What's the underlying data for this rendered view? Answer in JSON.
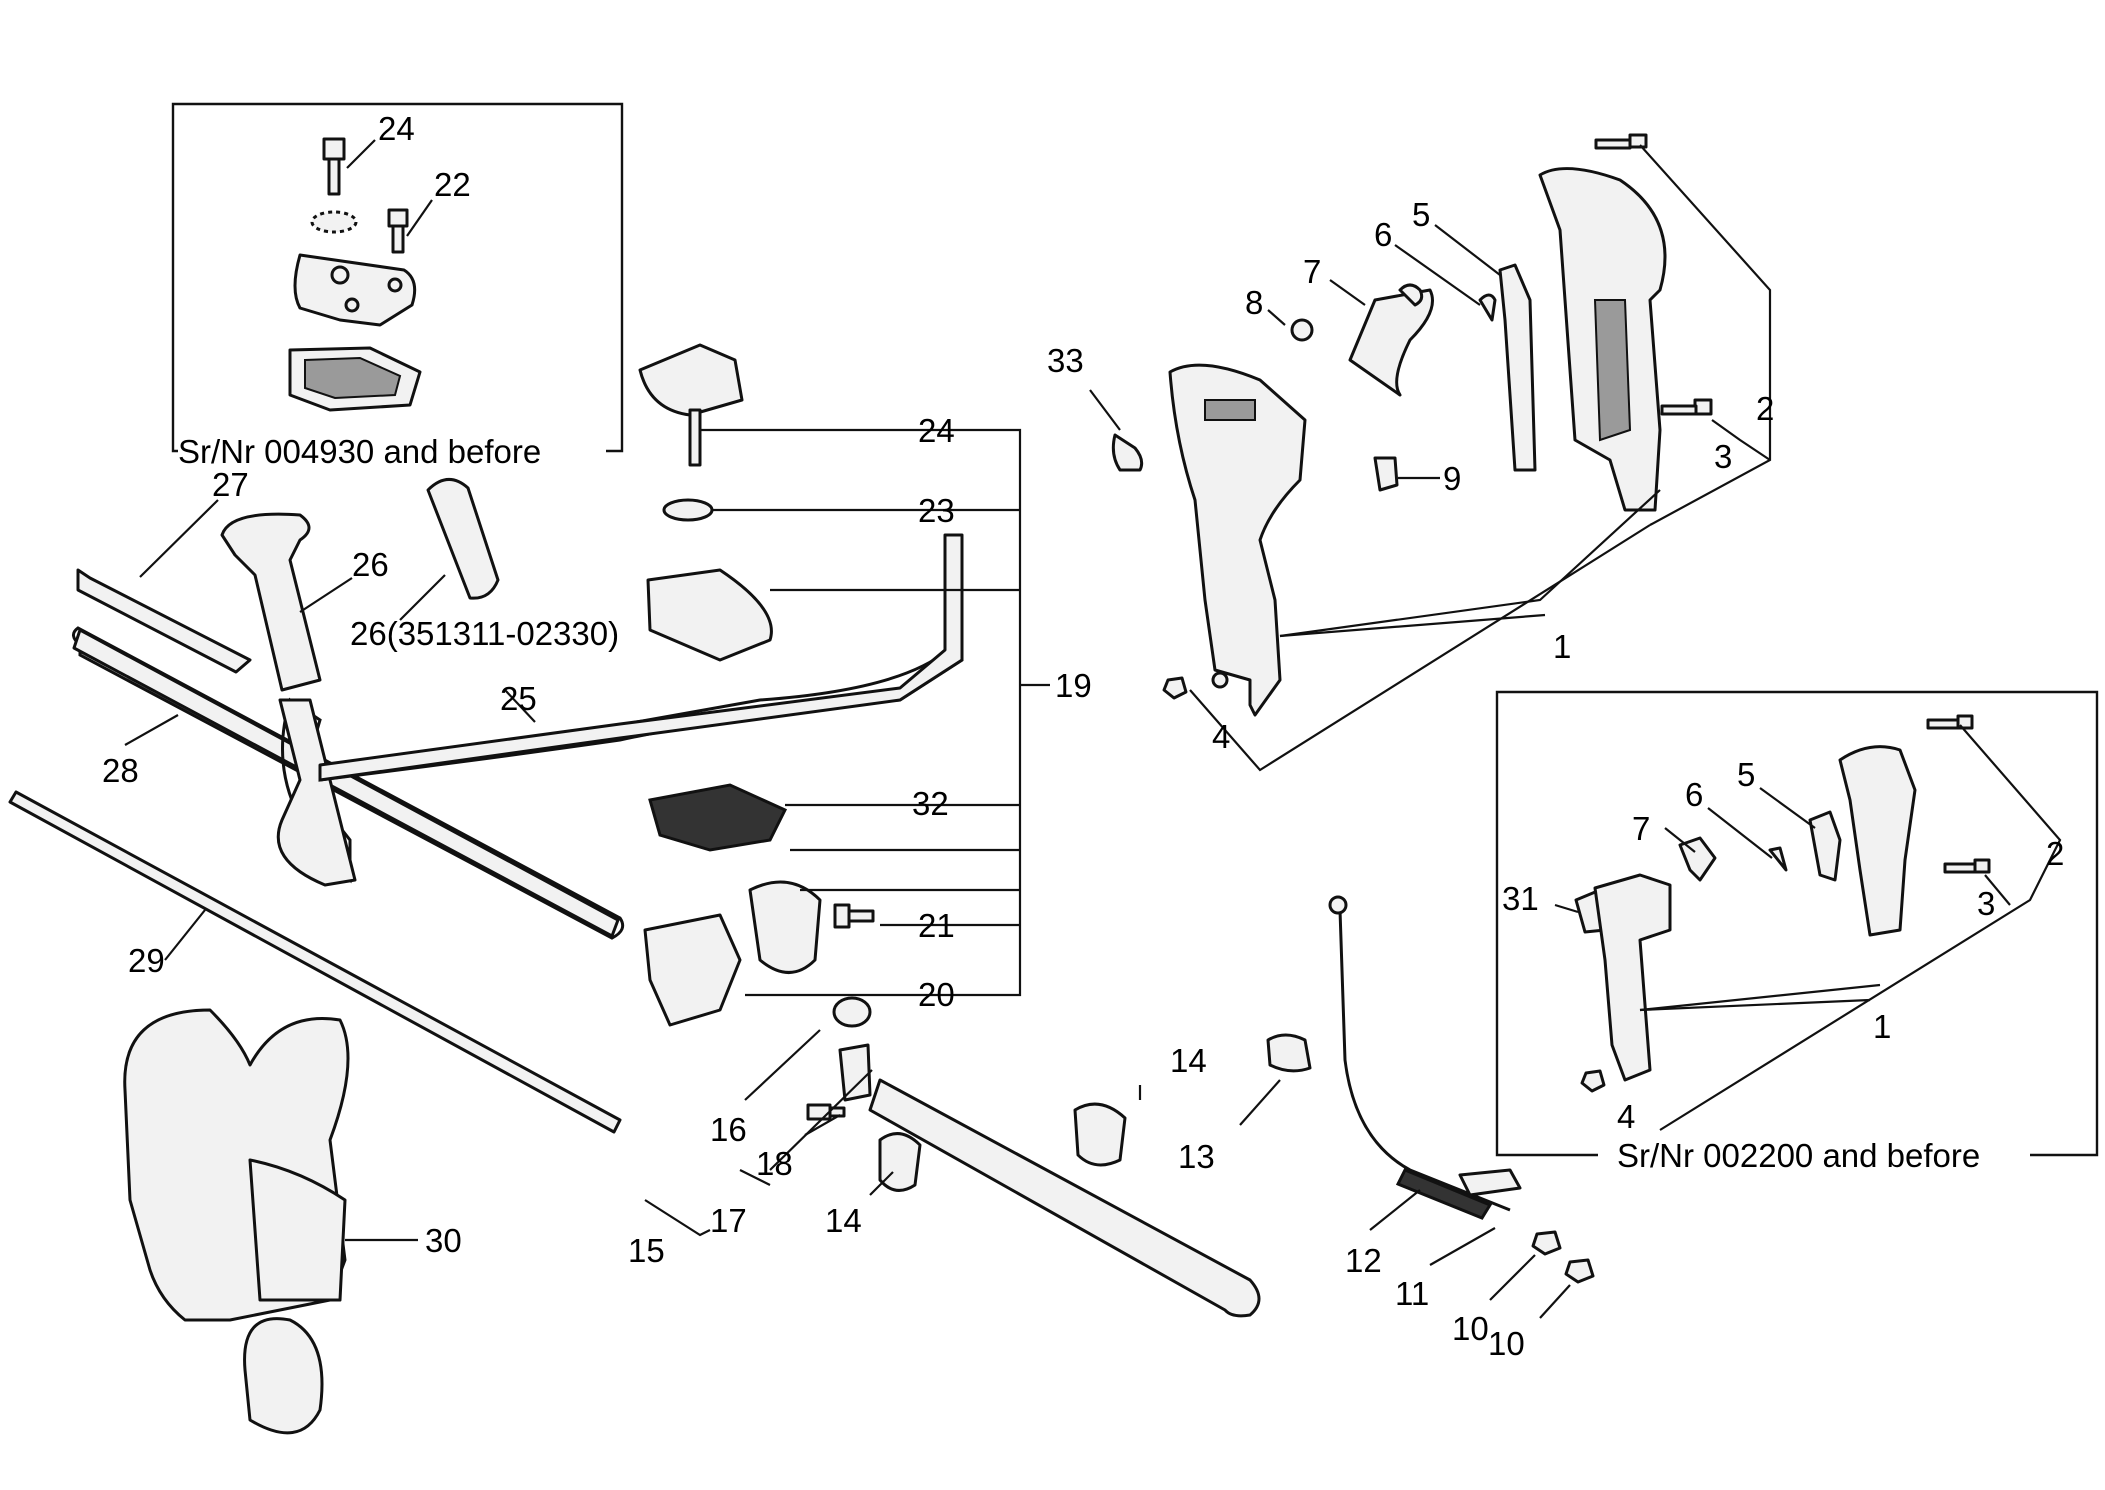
{
  "insets": {
    "top_left_caption": "Sr/Nr 004930 and before",
    "bottom_right_caption": "Sr/Nr 002200 and before"
  },
  "labels": {
    "inset1_24": "24",
    "inset1_22": "22",
    "l27": "27",
    "l26": "26",
    "l26alt": "26(351311-02330)",
    "l28": "28",
    "l25": "25",
    "l29": "29",
    "l30": "30",
    "l24": "24",
    "l23": "23",
    "l19": "19",
    "l32": "32",
    "l21": "21",
    "l20": "20",
    "l16": "16",
    "l18": "18",
    "l17": "17",
    "l15": "15",
    "l14a": "14",
    "l14b": "14",
    "l13": "13",
    "l12": "12",
    "l11": "11",
    "l10a": "10",
    "l10b": "10",
    "l33": "33",
    "l8": "8",
    "l7": "7",
    "l6": "6",
    "l5": "5",
    "l9": "9",
    "l2": "2",
    "l3": "3",
    "l1": "1",
    "l4": "4",
    "r31": "31",
    "r7": "7",
    "r6": "6",
    "r5": "5",
    "r2": "2",
    "r3": "3",
    "r1": "1",
    "r4": "4"
  }
}
